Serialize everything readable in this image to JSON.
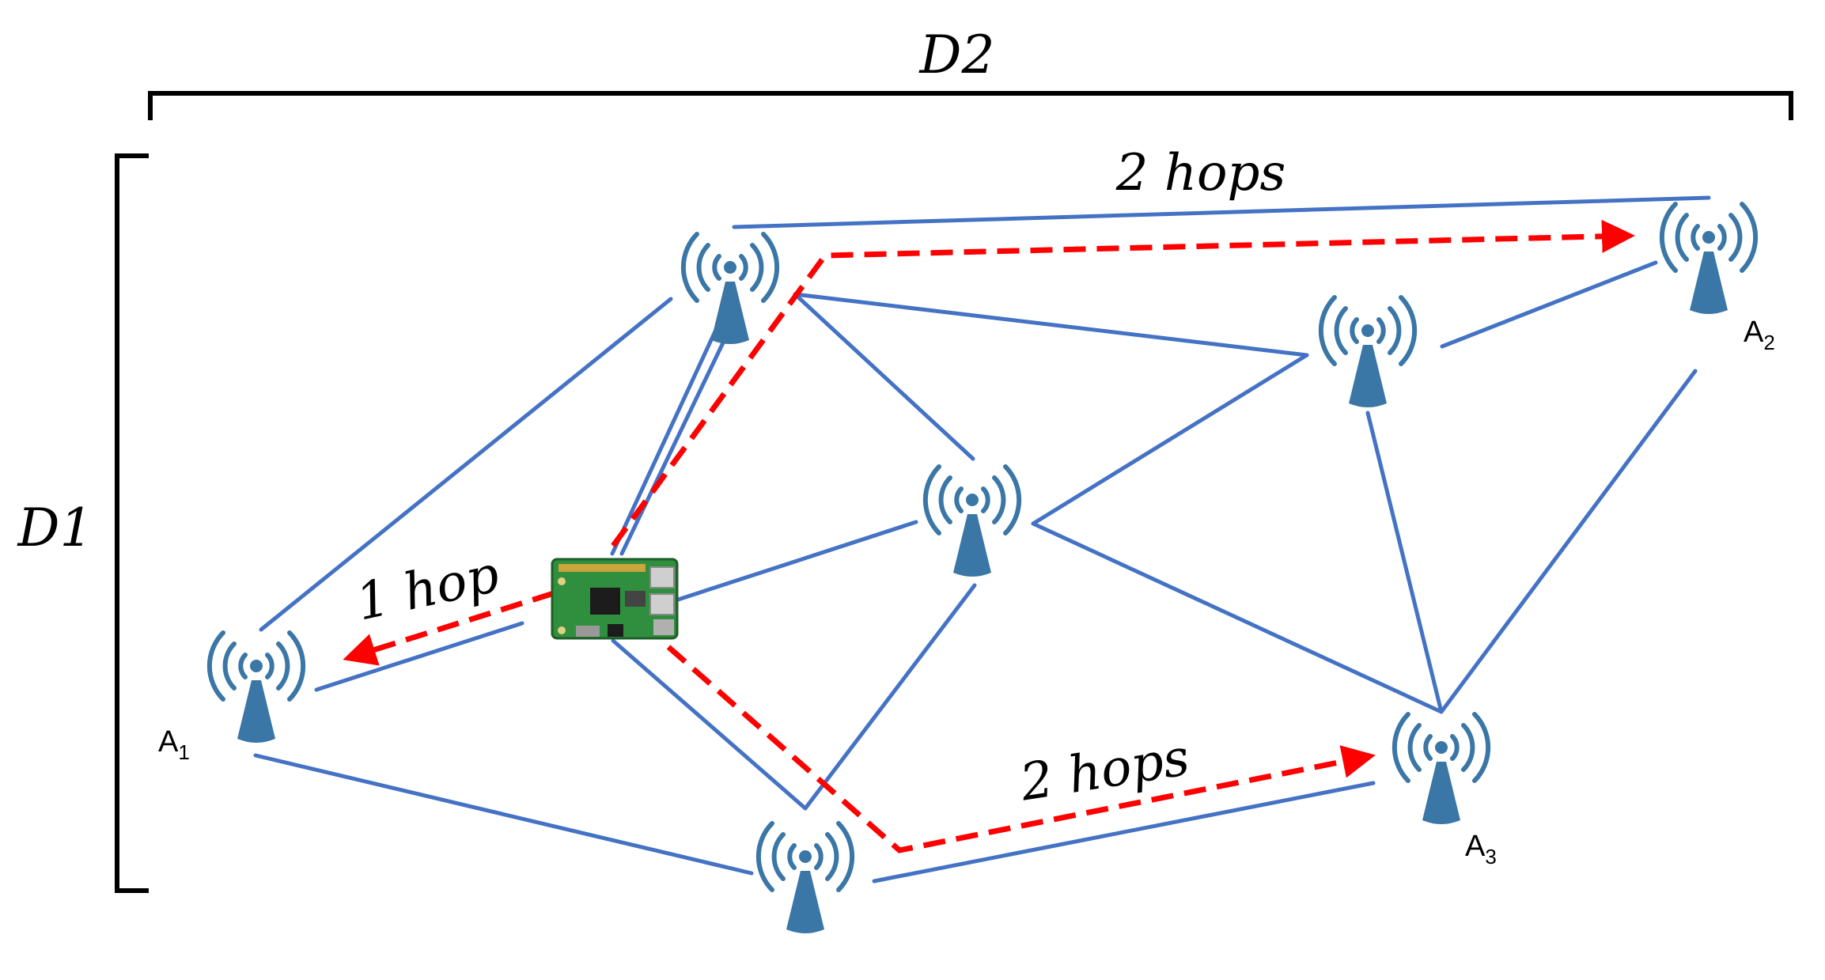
{
  "dimensions": {
    "width_label": "D2",
    "height_label": "D1"
  },
  "hop_labels": {
    "to_a1": "1 hop",
    "to_a2": "2 hops",
    "to_a3": "2 hops"
  },
  "anchors": [
    {
      "id": "a1",
      "letter": "A",
      "index": "1"
    },
    {
      "id": "a2",
      "letter": "A",
      "index": "2"
    },
    {
      "id": "a3",
      "letter": "A",
      "index": "3"
    }
  ],
  "colors": {
    "link": "#4472c4",
    "route": "#ff0000",
    "antenna": "#3a76a6",
    "board": "#2f8f3e"
  },
  "icons": {
    "node": "wireless-antenna-icon",
    "device": "circuit-board-icon"
  }
}
